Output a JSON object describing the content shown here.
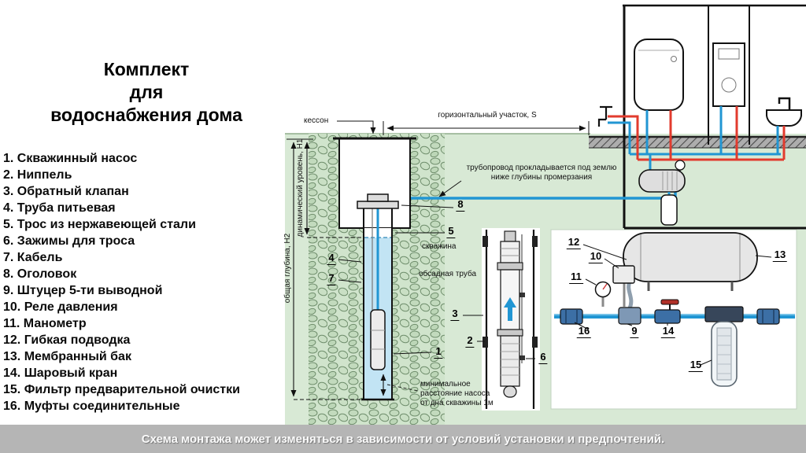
{
  "title": {
    "line1": "Комплект",
    "line2": "для",
    "line3": "водоснабжения дома"
  },
  "parts_list": [
    "1. Скважинный насос",
    "2. Ниппель",
    "3. Обратный клапан",
    "4. Труба питьевая",
    "5. Трос из нержавеющей стали",
    "6. Зажимы для троса",
    "7. Кабель",
    "8. Оголовок",
    "9. Штуцер 5-ти выводной",
    "10. Реле давления",
    "11. Манометр",
    "12. Гибкая подводка",
    "13. Мембранный бак",
    "14. Шаровый кран",
    "15. Фильтр предварительной очистки",
    "16. Муфты соединительные"
  ],
  "diagram_labels": {
    "kesson": "кессон",
    "horizontal_section": "горизонтальный участок, S",
    "pipeline_note": "трубопровод прокладывается под землю ниже глубины промерзания",
    "well": "скважина",
    "casing": "обсадная труба",
    "min_distance": "минимальное расстояние насоса от дна скважины 1м",
    "total_depth": "общая глубина, Н2",
    "dynamic_level": "динамический уровень, Н1"
  },
  "callouts": {
    "c1": "1",
    "c2": "2",
    "c3": "3",
    "c4": "4",
    "c5": "5",
    "c6": "6",
    "c7": "7",
    "c8": "8",
    "c9": "9",
    "c10": "10",
    "c11": "11",
    "c12": "12",
    "c13": "13",
    "c14": "14",
    "c15": "15",
    "c16": "16"
  },
  "footer": {
    "note": "Схема монтажа может изменяться в зависимости от условий установки и предпочтений."
  },
  "colors": {
    "cold_water": "#2196d3",
    "hot_water": "#e23b2e",
    "ground_green": "#d8e9d5",
    "water_blue": "#c2e4f4",
    "footer_gray": "#b5b5b5"
  }
}
